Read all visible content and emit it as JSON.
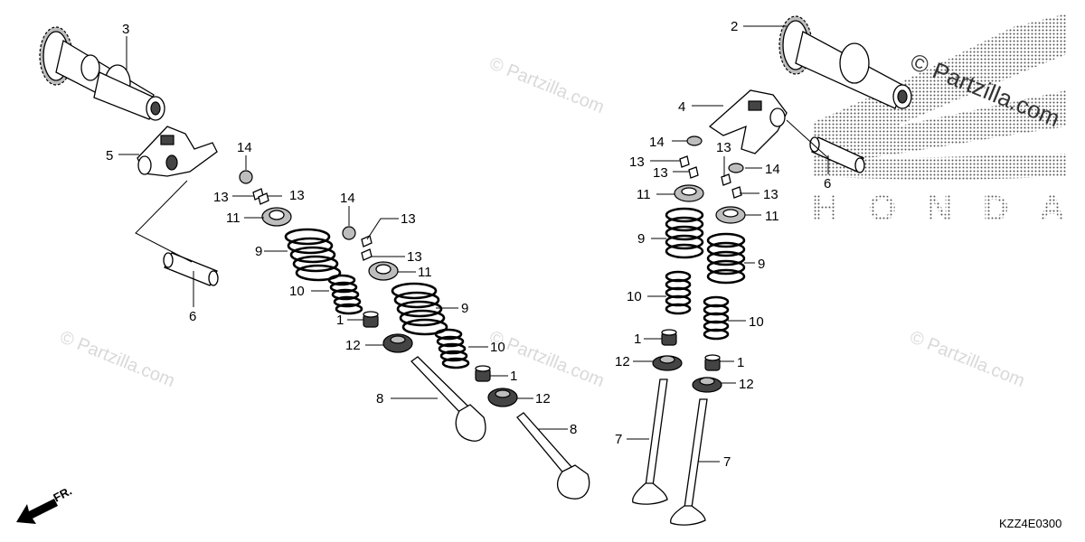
{
  "watermarks": {
    "site": "© Partzilla.com",
    "corner": "© Partzilla.com"
  },
  "brand_logo": "HONDA",
  "diagram_code": "KZZ4E0300",
  "direction_label": "FR.",
  "callouts": {
    "c1": "3",
    "c2": "2",
    "c3": "5",
    "c4": "4",
    "c5": "6",
    "c6": "6",
    "c7": "14",
    "c8": "13",
    "c9": "13",
    "c10": "11",
    "c11": "9",
    "c12": "10",
    "c13": "1",
    "c14": "12",
    "c15": "8",
    "c16": "14",
    "c17": "13",
    "c18": "13",
    "c19": "11",
    "c20": "9",
    "c21": "10",
    "c22": "1",
    "c23": "12",
    "c24": "8",
    "c25": "14",
    "c26": "13",
    "c27": "13",
    "c28": "11",
    "c29": "9",
    "c30": "10",
    "c31": "1",
    "c32": "12",
    "c33": "7",
    "c34": "13",
    "c35": "14",
    "c36": "13",
    "c37": "11",
    "c38": "9",
    "c39": "10",
    "c40": "1",
    "c41": "12",
    "c42": "7"
  },
  "icons": {
    "arrow": "front-direction-arrow-icon"
  }
}
